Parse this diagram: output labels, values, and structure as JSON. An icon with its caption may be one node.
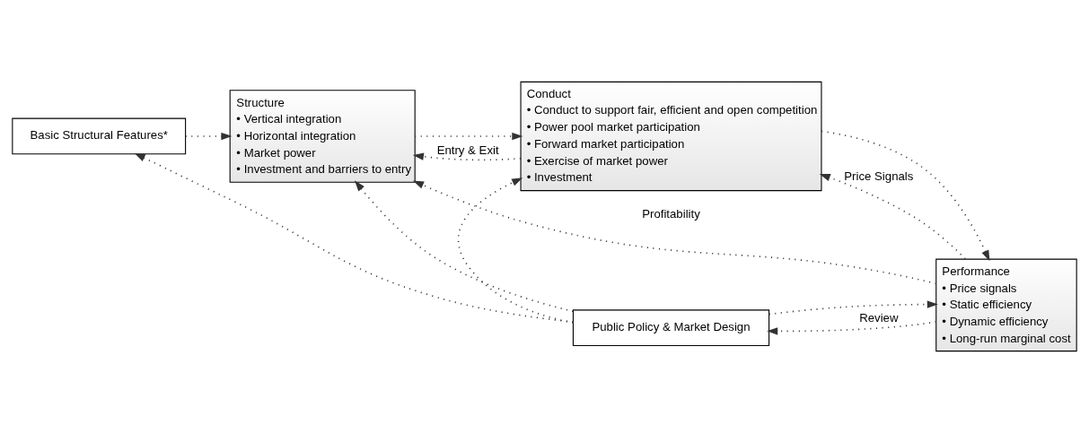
{
  "diagram": {
    "nodes": [
      {
        "text": [
          "Basic Structural Features*"
        ]
      },
      {
        "text": [
          "Structure",
          "• Vertical integration",
          "• Horizontal integration",
          "• Market power",
          "• Investment and barriers to entry"
        ]
      },
      {
        "text": [
          "Conduct",
          "• Conduct to support fair, efficient and open competition",
          "• Power pool market participation",
          "• Forward market participation",
          "• Exercise of market power",
          "• Investment"
        ]
      },
      {
        "text": [
          "Performance",
          "• Price signals",
          "• Static efficiency",
          "• Dynamic efficiency",
          "• Long-run marginal cost"
        ]
      },
      {
        "text": [
          "Public Policy & Market Design"
        ]
      }
    ],
    "edges": [
      {
        "from": 0,
        "to": 1,
        "arrow": "to"
      },
      {
        "from": 1,
        "to": 2,
        "arrow": "to"
      },
      {
        "from": 2,
        "to": 3,
        "arrow": "to"
      },
      {
        "from": 3,
        "to": 1,
        "arrow": "to",
        "label": "Profitability"
      },
      {
        "from": 2,
        "to": 1,
        "arrow": "to",
        "label": "Entry & Exit"
      },
      {
        "from": 3,
        "to": 2,
        "arrow": "to",
        "label": "Price Signals"
      },
      {
        "from": 3,
        "to": 4,
        "arrow": "to",
        "label": "Review"
      },
      {
        "from": 4,
        "to": 0,
        "arrow": "to"
      },
      {
        "from": 4,
        "to": 1,
        "arrow": "to"
      },
      {
        "from": 4,
        "to": 2,
        "arrow": "to"
      },
      {
        "from": 4,
        "to": 3,
        "arrow": "to"
      }
    ]
  }
}
